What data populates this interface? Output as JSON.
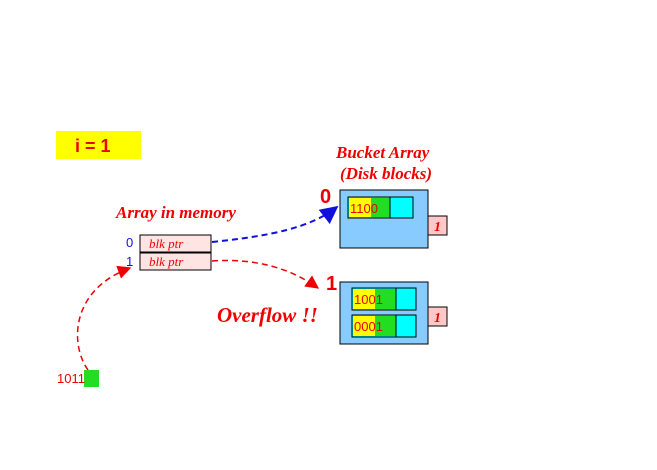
{
  "colors": {
    "red": "#ee0000",
    "blue": "#1010dd",
    "yellow": "#ffff00",
    "green": "#22dd22",
    "cyan": "#00ffff",
    "bucket_fill": "#88ccff",
    "pink": "#ffc8c8",
    "slot_fill": "#ffe4e4"
  },
  "global_depth": "i = 1",
  "bucket_array_title": [
    "Bucket Array",
    "(Disk blocks)"
  ],
  "memory_array_title": "Array in memory",
  "memory_array": [
    {
      "index": "0",
      "label": "blk ptr"
    },
    {
      "index": "1",
      "label": "blk ptr"
    }
  ],
  "buckets": [
    {
      "number": "0",
      "local_depth": "1",
      "records": [
        {
          "prefix": "11",
          "suffix": "00",
          "highlight": "0"
        }
      ]
    },
    {
      "number": "1",
      "local_depth": "1",
      "records": [
        {
          "prefix": "10",
          "suffix": "01",
          "highlight": "0"
        },
        {
          "prefix": "00",
          "suffix": "01",
          "highlight": "0"
        }
      ]
    }
  ],
  "overflow_label": "Overflow !!",
  "new_key": {
    "prefix": "101",
    "last_bit": "1"
  }
}
